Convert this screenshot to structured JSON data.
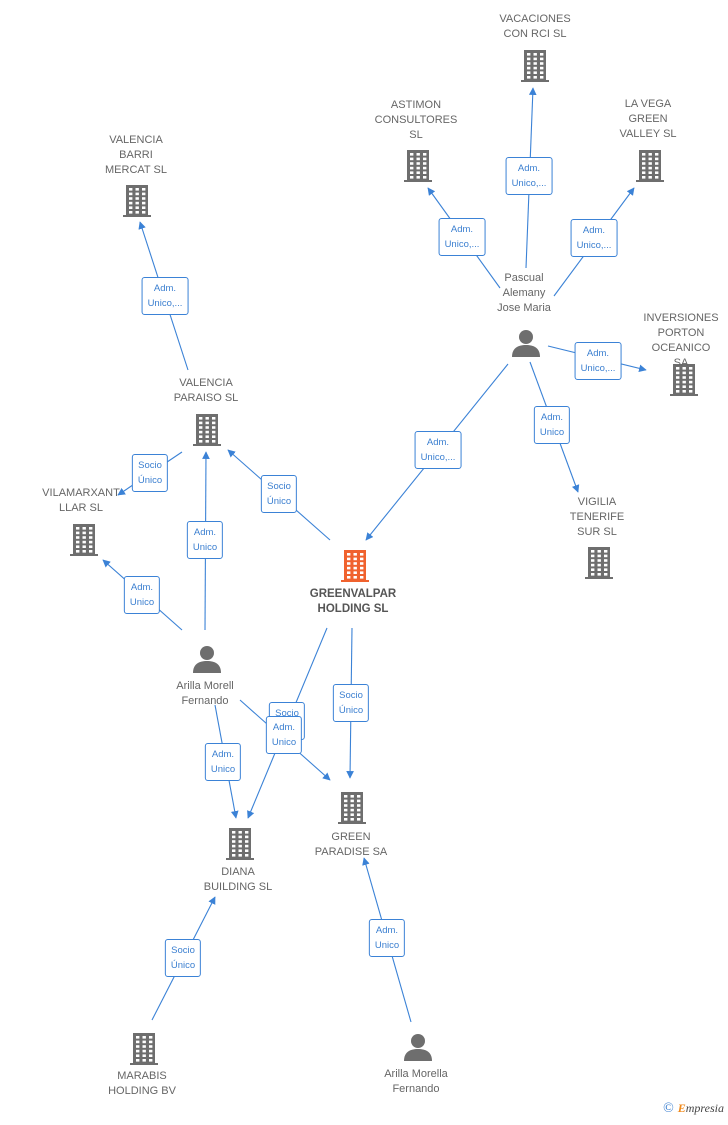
{
  "nodes": [
    {
      "id": "vacaciones",
      "kind": "company",
      "label": "VACACIONES\nCON RCI SL"
    },
    {
      "id": "astimon",
      "kind": "company",
      "label": "ASTIMON\nCONSULTORES\nSL"
    },
    {
      "id": "lavega",
      "kind": "company",
      "label": "LA VEGA\nGREEN\nVALLEY  SL"
    },
    {
      "id": "valencia_barri",
      "kind": "company",
      "label": "VALENCIA\nBARRI\nMERCAT SL"
    },
    {
      "id": "pascual",
      "kind": "person",
      "label": "Pascual\nAlemany\nJose Maria"
    },
    {
      "id": "inversiones",
      "kind": "company",
      "label": "INVERSIONES\nPORTON\nOCEANICO SA"
    },
    {
      "id": "valencia_paraiso",
      "kind": "company",
      "label": "VALENCIA\nPARAISO SL"
    },
    {
      "id": "vilamarxant",
      "kind": "company",
      "label": "VILAMARXANT\nLLAR  SL"
    },
    {
      "id": "vigilia",
      "kind": "company",
      "label": "VIGILIA\nTENERIFE\nSUR SL"
    },
    {
      "id": "greenvalpar",
      "kind": "main",
      "label": "GREENVALPAR\nHOLDING  SL"
    },
    {
      "id": "arilla_morell",
      "kind": "person",
      "label": "Arilla Morell\nFernando"
    },
    {
      "id": "green_paradise",
      "kind": "company",
      "label": "GREEN\nPARADISE SA"
    },
    {
      "id": "diana",
      "kind": "company",
      "label": "DIANA\nBUILDING SL"
    },
    {
      "id": "marabis",
      "kind": "company",
      "label": "MARABIS\nHOLDING BV"
    },
    {
      "id": "arilla_morella",
      "kind": "person",
      "label": "Arilla Morella\nFernando"
    }
  ],
  "edges": [
    {
      "id": "e_vacaciones",
      "label": "Adm.\nUnico,..."
    },
    {
      "id": "e_astimon",
      "label": "Adm.\nUnico,..."
    },
    {
      "id": "e_lavega",
      "label": "Adm.\nUnico,..."
    },
    {
      "id": "e_inversiones",
      "label": "Adm.\nUnico,..."
    },
    {
      "id": "e_vigilia",
      "label": "Adm.\nUnico"
    },
    {
      "id": "e_pascual_greenvalpar",
      "label": "Adm.\nUnico,..."
    },
    {
      "id": "e_valencia_barri",
      "label": "Adm.\nUnico,..."
    },
    {
      "id": "e_vilamarxant_socio",
      "label": "Socio\nÚnico"
    },
    {
      "id": "e_greenvalpar_paraiso",
      "label": "Socio\nÚnico"
    },
    {
      "id": "e_arilla_paraiso",
      "label": "Adm.\nUnico"
    },
    {
      "id": "e_arilla_vilamarxant",
      "label": "Adm.\nUnico"
    },
    {
      "id": "e_greenvalpar_green",
      "label": "Socio\nÚnico"
    },
    {
      "id": "e_arilla_green_socio",
      "label": "Socio\nÚnico"
    },
    {
      "id": "e_arilla_diana",
      "label": "Adm.\nUnico"
    },
    {
      "id": "e_greenvalpar_diana",
      "label": "Adm.\nUnico"
    },
    {
      "id": "e_marabis_diana",
      "label": "Socio\nÚnico"
    },
    {
      "id": "e_morella_green",
      "label": "Adm.\nUnico"
    }
  ],
  "brand": {
    "symbol": "©",
    "first_letter": "E",
    "rest": "mpresia"
  },
  "colors": {
    "edge": "#3b82d6",
    "icon": "#6e6e6e",
    "main_icon": "#f0622e"
  }
}
